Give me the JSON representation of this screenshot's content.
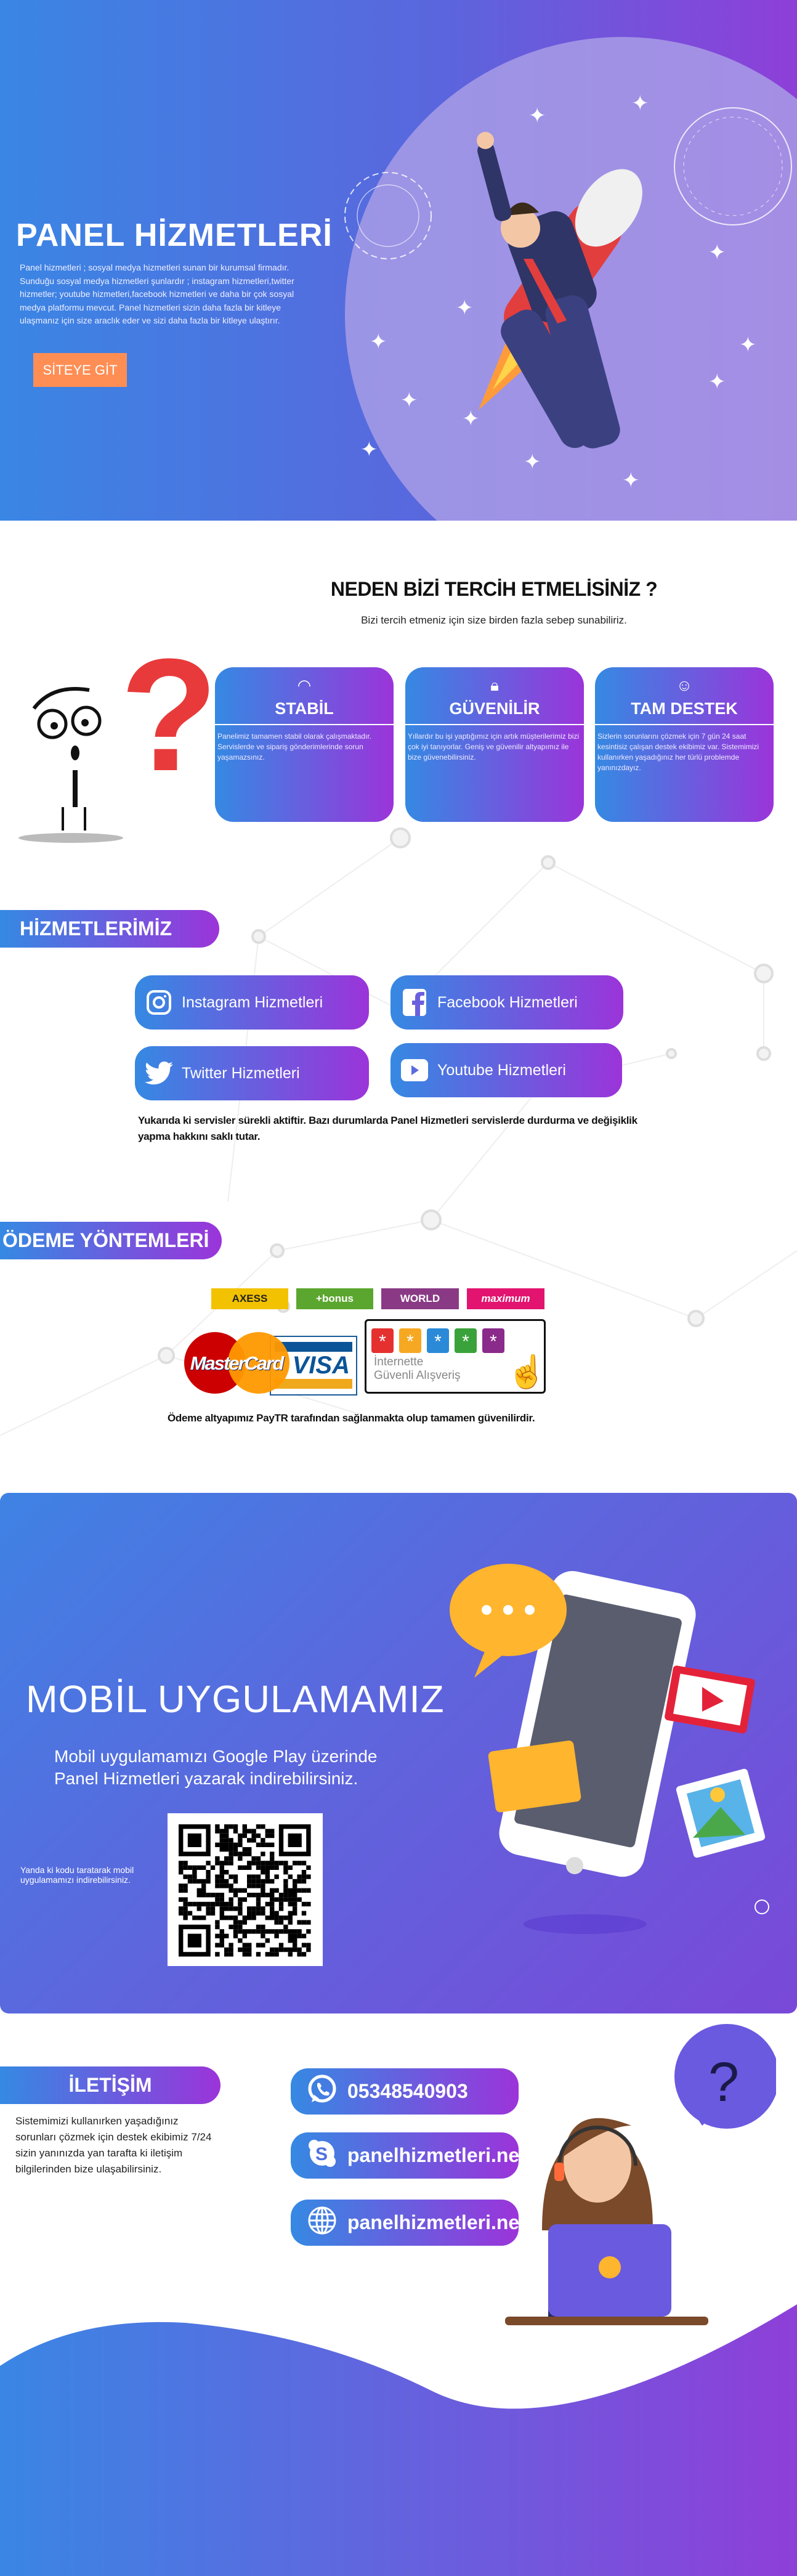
{
  "hero": {
    "title": "PANEL HİZMETLERİ",
    "description": "Panel hizmetleri ; sosyal medya hizmetleri sunan bir kurumsal firmadır. Sunduğu sosyal medya hizmetleri şunlardır ; instagram hizmetleri,twitter hizmetler; youtube hizmetleri,facebook hizmetleri ve daha bir çok sosyal medya platformu mevcut.  Panel hizmetleri sizin daha fazla bir kitleye ulaşmanız için size araclık eder ve sizi daha fazla bir kitleye ulaştırır.",
    "button_label": "SİTEYE GİT",
    "button_color": "#ff8e55"
  },
  "why": {
    "title": "NEDEN BİZİ TERCİH ETMELİSİNİZ ?",
    "subtitle": "Bizi tercih etmeniz için size birden fazla sebep sunabiliriz.",
    "cards": [
      {
        "icon": "speedometer-icon",
        "title": "STABİL",
        "text": "Panelimiz tamamen stabil olarak çalışmaktadır. Servislerde ve sipariş gönderimlerinde sorun yaşamazsınız."
      },
      {
        "icon": "lock-icon",
        "title": "GÜVENİLİR",
        "text": "Yıllardır bu işi yaptığımız için artık müşterilerimiz bizi çok iyi tanıyorlar. Geniş ve güvenilir altyapımız ile bize güvenebilirsiniz."
      },
      {
        "icon": "support-agent-icon",
        "title": "TAM DESTEK",
        "text": "Sizlerin sorunlarını çözmek için 7 gün 24 saat kesintisiz çalışan destek ekibimiz var. Sistemimizi kullanırken yaşadığınız her türlü problemde yanınızdayız."
      }
    ]
  },
  "services": {
    "title": "HİZMETLERİMİZ",
    "items": [
      {
        "icon": "instagram-icon",
        "label": "Instagram Hizmetleri"
      },
      {
        "icon": "facebook-icon",
        "label": "Facebook Hizmetleri"
      },
      {
        "icon": "twitter-icon",
        "label": "Twitter Hizmetleri"
      },
      {
        "icon": "youtube-icon",
        "label": "Youtube Hizmetleri"
      }
    ],
    "note": "Yukarıda ki servisler sürekli aktiftir. Bazı durumlarda Panel Hizmetleri servislerde durdurma ve değişiklik yapma hakkını saklı tutar."
  },
  "payment": {
    "title": "ÖDEME YÖNTEMLERİ",
    "banks": [
      {
        "label": "AXESS",
        "color": "#f2c200",
        "text_color": "#222"
      },
      {
        "label": "+bonus",
        "color": "#5ba62e",
        "text_color": "#fff"
      },
      {
        "label": "WORLD",
        "color": "#8a3a85",
        "text_color": "#fff"
      },
      {
        "label": "maximum",
        "color": "#e2146f",
        "text_color": "#fff"
      }
    ],
    "card_brands": [
      "MasterCard",
      "VISA"
    ],
    "secure_badge": {
      "line1": "İnternette",
      "line2": "Güvenli Alışveriş"
    },
    "note": "Ödeme altyapımız PayTR tarafından sağlanmakta olup tamamen güvenilirdir."
  },
  "mobile": {
    "title": "MOBİL UYGULAMAMIZ",
    "description_line1": "Mobil uygulamamızı Google Play üzerinde",
    "description_line2": "Panel Hizmetleri yazarak indirebilirsiniz.",
    "qr_hint_line1": "Yanda ki kodu taratarak mobil",
    "qr_hint_line2": "uygulamamızı indirebilirsiniz."
  },
  "contact": {
    "title": "İLETİŞİM",
    "text": "Sistemimizi kullanırken yaşadığınız sorunları çözmek için destek ekibimiz 7/24 sizin yanınızda yan tarafta ki iletişim bilgilerinden bize ulaşabilirsiniz.",
    "items": [
      {
        "icon": "whatsapp-icon",
        "label": "05348540903"
      },
      {
        "icon": "skype-icon",
        "label": "panelhizmetleri.net"
      },
      {
        "icon": "globe-icon",
        "label": "panelhizmetleri.net"
      }
    ]
  },
  "colors": {
    "gradient_start": "#3589e3",
    "gradient_end": "#9b34da"
  }
}
